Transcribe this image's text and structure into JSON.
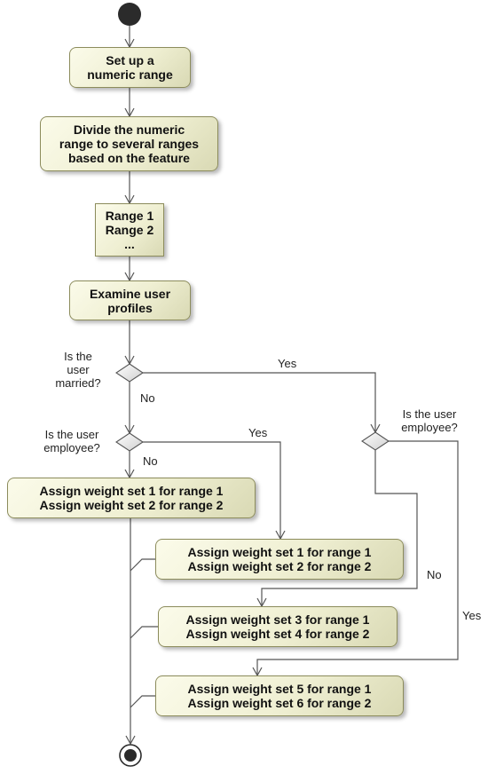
{
  "nodes": {
    "setup": "Set up a\nnumeric range",
    "divide": "Divide the numeric\nrange to several ranges\nbased on the feature",
    "ranges": "Range 1\nRange 2\n...",
    "examine": "Examine user\nprofiles",
    "assign_a": "Assign weight set 1 for range 1\nAssign weight set 2 for range 2",
    "assign_b": "Assign weight set 1 for range 1\nAssign weight set 2 for range 2",
    "assign_c": "Assign weight set 3 for range 1\nAssign weight set 4 for range 2",
    "assign_d": "Assign weight set 5 for range 1\nAssign weight set 6 for range 2"
  },
  "decisions": {
    "married": "Is the\nuser\nmarried?",
    "employee_left": "Is the user\nemployee?",
    "employee_right": "Is the user\nemployee?"
  },
  "guards": {
    "married_yes": "Yes",
    "married_no": "No",
    "emp_left_yes": "Yes",
    "emp_left_no": "No",
    "emp_right_no": "No",
    "emp_right_yes": "Yes"
  },
  "colors": {
    "node_border": "#8c8c5c",
    "line": "#555555",
    "start": "#2b2b2b"
  }
}
